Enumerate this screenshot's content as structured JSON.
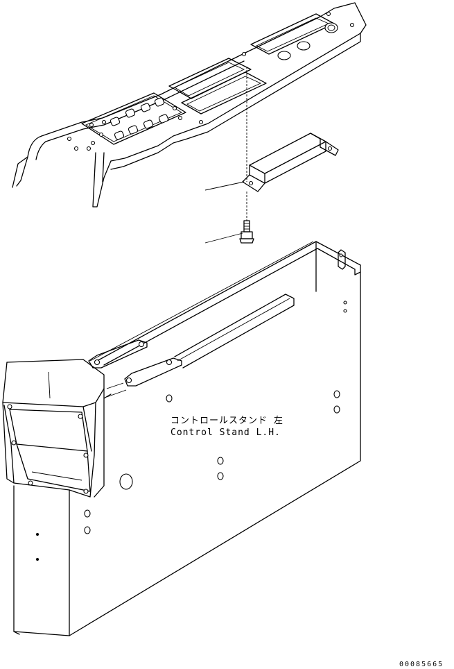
{
  "labels": {
    "part_name_jp": "コントロールスタンド 左",
    "part_name_en": "Control Stand L.H."
  },
  "drawing_number": "00085665"
}
